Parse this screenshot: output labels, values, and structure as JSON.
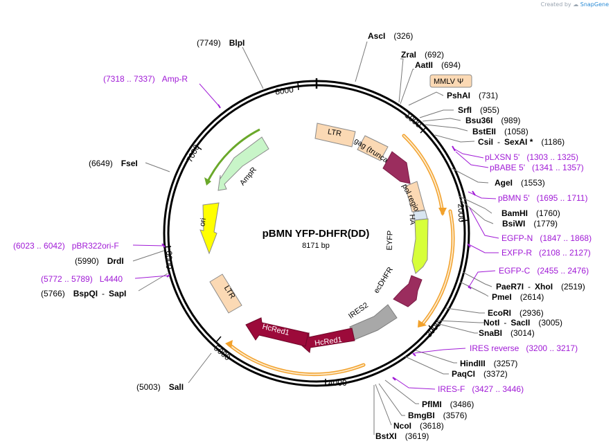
{
  "credit": {
    "prefix": "Created by",
    "brand": "SnapGene"
  },
  "plasmid": {
    "name": "pBMN YFP-DHFR(DD)",
    "size_label": "8171 bp",
    "length": 8171
  },
  "colors": {
    "primer": "#a01ad6",
    "orf": "#f2a12b",
    "orf_fill": "#fde9c9",
    "ltr": "#fbd9b4",
    "ampr": "#c8f5c8",
    "ori": "#ffff00",
    "eyfp": "#d7ff3a",
    "ecdhfr": "#9b2d5e",
    "ires": "#a8a8a8",
    "hcred": "#9c0a3a"
  },
  "ticks": [
    "1000",
    "2000",
    "3000",
    "4000",
    "5000",
    "6000",
    "7000",
    "8000"
  ],
  "enzymes": [
    {
      "name": "AscI",
      "pos": "(326)"
    },
    {
      "name": "ZraI",
      "pos": "(692)"
    },
    {
      "name": "AatII",
      "pos": "(694)"
    },
    {
      "name": "PshAI",
      "pos": "(731)"
    },
    {
      "name": "SrfI",
      "pos": "(955)"
    },
    {
      "name": "Bsu36I",
      "pos": "(989)"
    },
    {
      "name": "BstEII",
      "pos": "(1058)"
    },
    {
      "name": "CsiI",
      "sep": "-",
      "name2": "SexAI *",
      "pos": "(1186)"
    },
    {
      "name": "AgeI",
      "pos": "(1553)"
    },
    {
      "name": "BamHI",
      "pos": "(1760)"
    },
    {
      "name": "BsiWI",
      "pos": "(1779)"
    },
    {
      "name": "PaeR7I",
      "sep": "-",
      "name2": "XhoI",
      "pos": "(2519)"
    },
    {
      "name": "PmeI",
      "pos": "(2614)"
    },
    {
      "name": "EcoRI",
      "pos": "(2936)"
    },
    {
      "name": "NotI",
      "sep": "-",
      "name2": "SacII",
      "pos": "(3005)"
    },
    {
      "name": "SnaBI",
      "pos": "(3014)"
    },
    {
      "name": "HindIII",
      "pos": "(3257)"
    },
    {
      "name": "PaqCI",
      "pos": "(3372)"
    },
    {
      "name": "PflMI",
      "pos": "(3486)"
    },
    {
      "name": "BmgBI",
      "pos": "(3576)"
    },
    {
      "name": "NcoI",
      "pos": "(3618)"
    },
    {
      "name": "BstXI",
      "pos": "(3619)"
    },
    {
      "name": "SalI",
      "pos": "(5003)"
    },
    {
      "name": "BspQI",
      "sep": "-",
      "name2": "SapI",
      "pos": "(5766)"
    },
    {
      "name": "DrdI",
      "pos": "(5990)"
    },
    {
      "name": "FseI",
      "pos": "(6649)"
    },
    {
      "name": "BlpI",
      "pos": "(7749)"
    }
  ],
  "primers": [
    {
      "name": "pLXSN 5'",
      "range": "(1303 .. 1325)"
    },
    {
      "name": "pBABE 5'",
      "range": "(1341 .. 1357)"
    },
    {
      "name": "pBMN 5'",
      "range": "(1695 .. 1711)"
    },
    {
      "name": "EGFP-N",
      "range": "(1847 .. 1868)"
    },
    {
      "name": "EXFP-R",
      "range": "(2108 .. 2127)"
    },
    {
      "name": "EGFP-C",
      "range": "(2455 .. 2476)"
    },
    {
      "name": "IRES reverse",
      "range": "(3200 .. 3217)"
    },
    {
      "name": "IRES-F",
      "range": "(3427 .. 3446)"
    },
    {
      "name": "L4440",
      "range": "(5772 .. 5789)"
    },
    {
      "name": "pBR322ori-F",
      "range": "(6023 .. 6042)"
    },
    {
      "name": "Amp-R",
      "range": "(7318 .. 7337)"
    }
  ],
  "features": {
    "mmlv_psi": "MMLV Ψ",
    "ltr_top": "LTR",
    "gag": "gag (truncated)",
    "pol": "pol region",
    "ha": "HA",
    "eyfp": "EYFP",
    "ecdhfr": "ecDHFR",
    "ires2": "IRES2",
    "hcred_1": "HcRed1",
    "hcred_2": "HcRed1",
    "ltr_bottom": "LTR",
    "ori": "ori",
    "ampr": "AmpR"
  }
}
